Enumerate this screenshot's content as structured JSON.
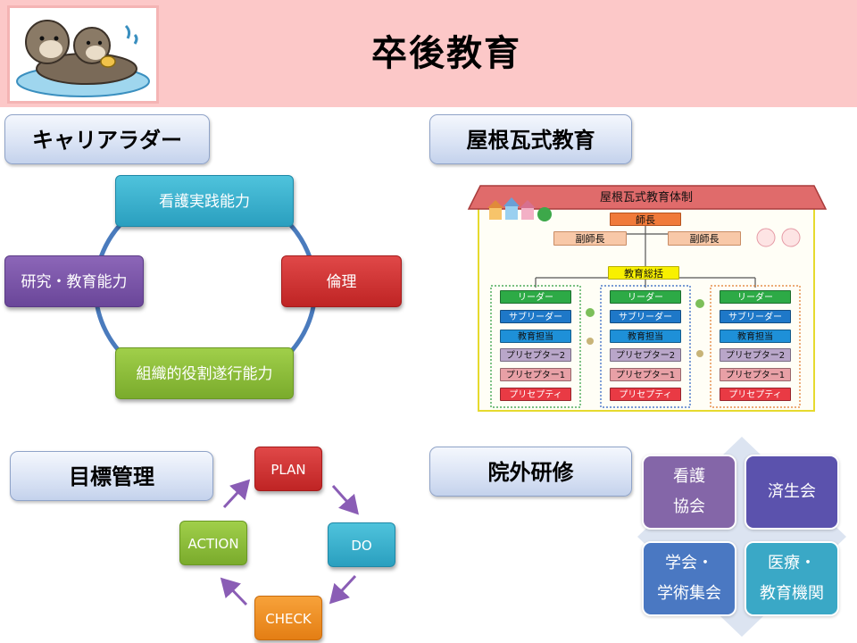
{
  "header": {
    "title": "卒後教育",
    "accent_color": "#fcc8c8"
  },
  "sections": {
    "career": "キャリアラダー",
    "roof": "屋根瓦式教育",
    "goal": "目標管理",
    "external": "院外研修"
  },
  "career_ladder": {
    "items": [
      "看護実践能力",
      "倫理",
      "組織的役割遂行能力",
      "研究・教育能力"
    ],
    "colors": [
      "#2ea4c2",
      "#c62b2b",
      "#86b836",
      "#724ea0"
    ]
  },
  "org_chart": {
    "title": "屋根瓦式教育体制",
    "head": "師長",
    "deputies": [
      "副師長",
      "副師長"
    ],
    "coordinator": "教育総括",
    "columns": [
      [
        "リーダー",
        "サブリーダー",
        "教育担当",
        "プリセプター2",
        "プリセプター1",
        "プリセプティ"
      ],
      [
        "リーダー",
        "サブリーダー",
        "教育担当",
        "プリセプター2",
        "プリセプター1",
        "プリセプティ"
      ],
      [
        "リーダー",
        "サブリーダー",
        "教育担当",
        "プリセプター2",
        "プリセプター1",
        "プリセプティ"
      ]
    ]
  },
  "pdca": {
    "plan": "PLAN",
    "do": "DO",
    "check": "CHECK",
    "action": "ACTION"
  },
  "external_training": {
    "tiles": [
      [
        "看護",
        "協会"
      ],
      [
        "済生会"
      ],
      [
        "学会・",
        "学術集会"
      ],
      [
        "医療・",
        "教育機関"
      ]
    ]
  }
}
